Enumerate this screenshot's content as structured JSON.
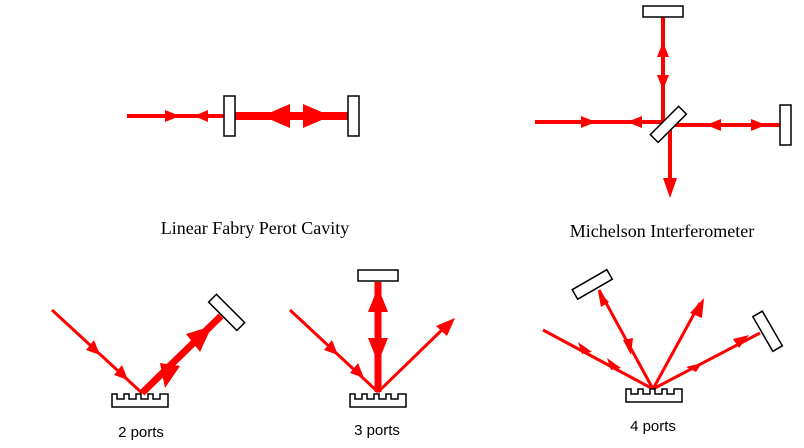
{
  "labels": {
    "fabry_perot": "Linear Fabry Perot Cavity",
    "michelson": "Michelson Interferometer",
    "two_ports": "2 ports",
    "three_ports": "3 ports",
    "four_ports": "4 ports"
  },
  "colors": {
    "beam": "#ff0000",
    "outline": "#000000",
    "background": "#ffffff"
  }
}
